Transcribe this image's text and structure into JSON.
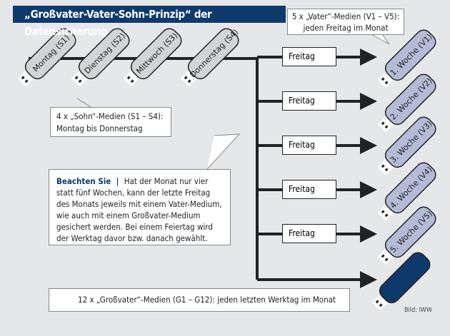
{
  "title": "„Großvater-Vater-Sohn-Prinzip“ der Datensicherung",
  "sohn_media": [
    {
      "label": "Montag (S1)"
    },
    {
      "label": "Dienstag (S2)"
    },
    {
      "label": "Mittwoch (S3)"
    },
    {
      "label": "Donnerstag (S4)"
    }
  ],
  "vater_media": [
    {
      "label": "1. Woche (V1)"
    },
    {
      "label": "2. Woche (V2)"
    },
    {
      "label": "3. Woche (V3)"
    },
    {
      "label": "4. Woche (V4)"
    },
    {
      "label": "5. Woche (V5)"
    }
  ],
  "friday_labels": [
    "Freitag",
    "Freitag",
    "Freitag",
    "Freitag",
    "Freitag"
  ],
  "callouts": {
    "vater": {
      "line1": "5 x „Vater“-Medien (V1 – V5):",
      "line2": "jeden Freitag im Monat"
    },
    "sohn": {
      "line1": "4 x „Sohn“-Medien (S1 – S4):",
      "line2": "Montag bis Donnerstag"
    },
    "note": {
      "heading": "Beachten Sie",
      "separator": "|",
      "text": "Hat der Monat nur vier statt fünf Wochen, kann der letzte Freitag des Monats jeweils mit einem Vater-Medium, wie auch mit einem Großvater-Medium gesichert werden. Bei einem Feiertag wird der Werktag davor bzw. danach gewählt."
    },
    "grossvater": {
      "text": "12 x „Großvater“-Medien (G1 – G12): jeden letzten Werktag im Monat"
    }
  },
  "credit": "Bild: IWW",
  "colors": {
    "navy": "#0e3a6b",
    "sohn": "#d3d4d6",
    "vater": "#b4bbd6"
  }
}
